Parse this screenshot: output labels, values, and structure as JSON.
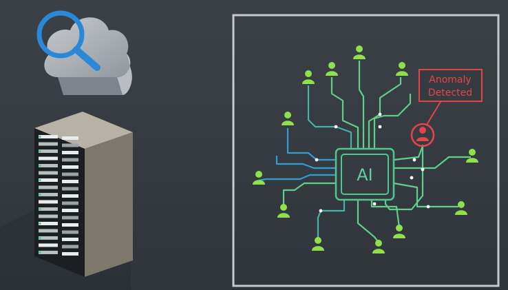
{
  "chip": {
    "label": "AI"
  },
  "alert": {
    "line1": "Anomaly",
    "line2": "Detected"
  },
  "colors": {
    "background": "#353b41",
    "frame": "#c7c9cb",
    "circuit_green": "#5fd08a",
    "circuit_teal": "#3fb6a7",
    "circuit_blue": "#2f9fd2",
    "user_green": "#8fe04a",
    "alert_red": "#e2454a",
    "magnifier_blue": "#2a88d8"
  },
  "icons": [
    "cloud-icon",
    "magnifier-icon",
    "server-rack-icon",
    "user-icon",
    "alert-user-icon",
    "ai-chip-icon"
  ]
}
